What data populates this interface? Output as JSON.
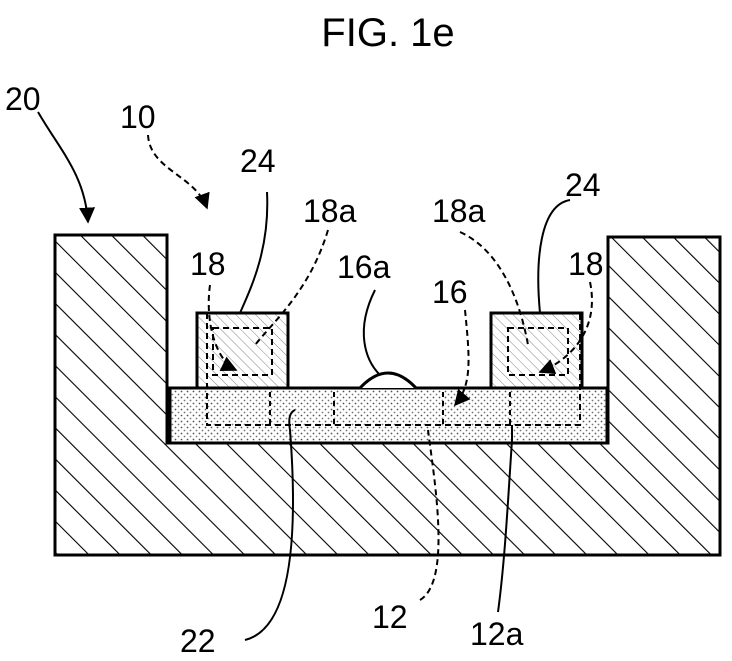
{
  "figure": {
    "title": "FIG. 1e",
    "labels": {
      "l20": "20",
      "l10": "10",
      "l24_left": "24",
      "l24_right": "24",
      "l18a_left": "18a",
      "l18a_right": "18a",
      "l18_left": "18",
      "l18_right": "18",
      "l16a": "16a",
      "l16": "16",
      "l22": "22",
      "l12": "12",
      "l12a": "12a"
    }
  }
}
